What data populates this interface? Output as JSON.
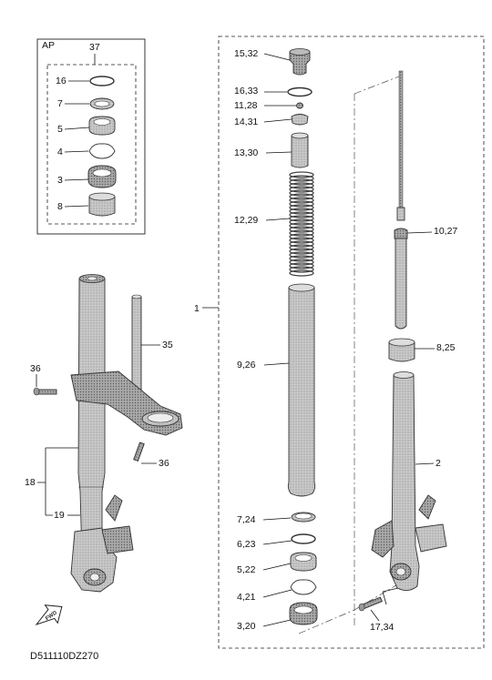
{
  "diagram": {
    "code": "D511110DZ270",
    "ap_box": {
      "title": "AP",
      "ref": "37",
      "items": [
        {
          "label": "16"
        },
        {
          "label": "7"
        },
        {
          "label": "5"
        },
        {
          "label": "4"
        },
        {
          "label": "3"
        },
        {
          "label": "8"
        }
      ]
    },
    "fork_callouts": [
      {
        "label": "15,32"
      },
      {
        "label": "16,33"
      },
      {
        "label": "11,28"
      },
      {
        "label": "14,31"
      },
      {
        "label": "13,30"
      },
      {
        "label": "12,29"
      },
      {
        "label": "9,26"
      },
      {
        "label": "7,24"
      },
      {
        "label": "6,23"
      },
      {
        "label": "5,22"
      },
      {
        "label": "4,21"
      },
      {
        "label": "3,20"
      },
      {
        "label": "10,27"
      },
      {
        "label": "8,25"
      },
      {
        "label": "2"
      },
      {
        "label": "17,34"
      },
      {
        "label": "1"
      }
    ],
    "left_callouts": [
      {
        "label": "35"
      },
      {
        "label": "36"
      },
      {
        "label": "36"
      },
      {
        "label": "18"
      },
      {
        "label": "19"
      }
    ],
    "fwd_icon": "fwd-arrow-icon"
  }
}
